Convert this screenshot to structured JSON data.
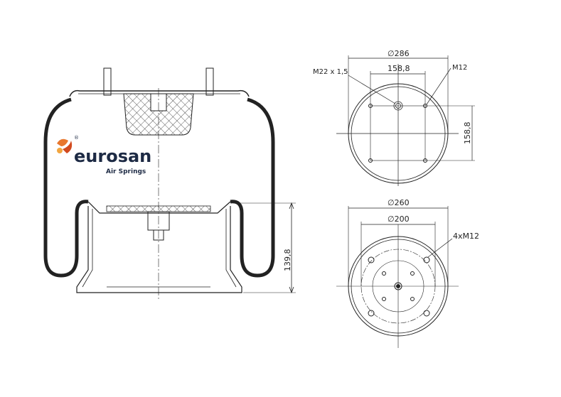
{
  "logo": {
    "brand": "eurosan",
    "subtitle": "Air Springs",
    "registered": "®",
    "accent_color": "#e8772e"
  },
  "dimensions": {
    "top_diameter": "∅286",
    "top_bolt_spacing_h": "158,8",
    "top_bolt_spacing_v": "158,8",
    "center_thread": "M22 x 1,5",
    "stud_thread": "M12",
    "bottom_diameter_outer": "∅260",
    "bottom_diameter_inner": "∅200",
    "bottom_holes": "4xM12",
    "piston_height": "139,8"
  }
}
